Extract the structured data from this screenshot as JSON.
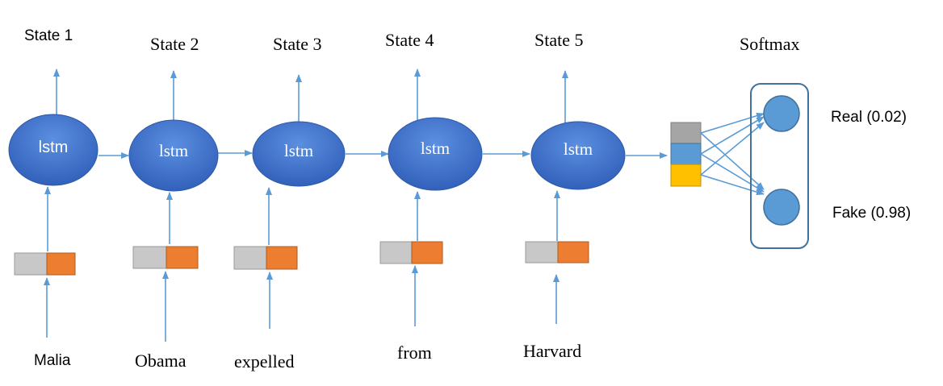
{
  "states": [
    {
      "label": "State 1",
      "node": "lstm",
      "word": "Malia"
    },
    {
      "label": "State 2",
      "node": "lstm",
      "word": "Obama"
    },
    {
      "label": "State 3",
      "node": "lstm",
      "word": "expelled"
    },
    {
      "label": "State 4",
      "node": "lstm",
      "word": "from"
    },
    {
      "label": "State 5",
      "node": "lstm",
      "word": "Harvard"
    }
  ],
  "softmax": {
    "title": "Softmax",
    "outputs": [
      {
        "label": "Real (0.02)"
      },
      {
        "label": "Fake (0.98)"
      }
    ]
  },
  "colors": {
    "node_fill": "#3f6cc6",
    "node_fill_light": "#5a8ad8",
    "arrow": "#5b9bd5",
    "embed_gray": "#c8c8c8",
    "embed_orange": "#ed7d31",
    "hidden_gray": "#a5a5a5",
    "hidden_blue": "#5b9bd5",
    "hidden_yellow": "#ffc000",
    "softmax_node": "#5b9bd5",
    "softmax_border": "#41719c"
  }
}
